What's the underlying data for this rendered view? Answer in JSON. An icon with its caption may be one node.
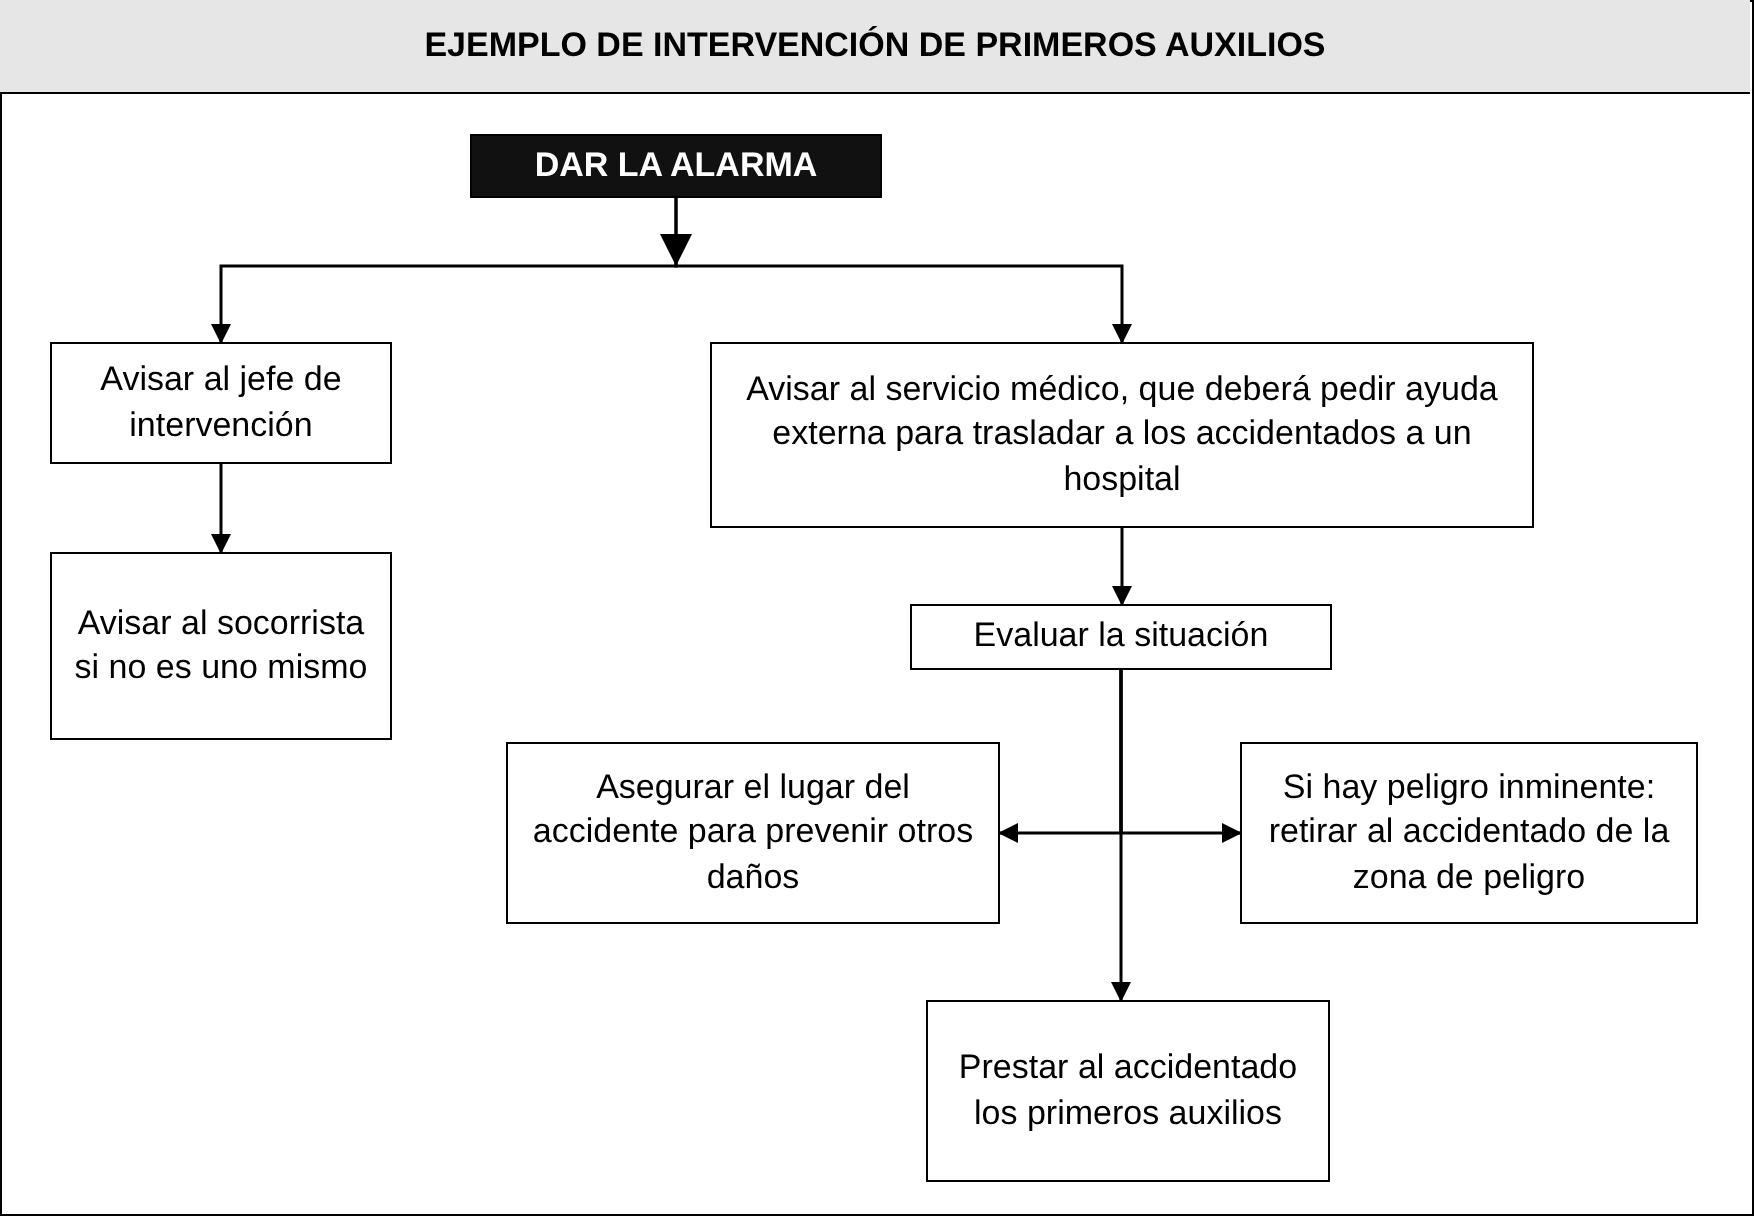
{
  "diagram": {
    "title": "EJEMPLO DE INTERVENCIÓN DE PRIMEROS AUXILIOS",
    "nodes": [
      {
        "text": [
          "DAR LA ALARMA"
        ]
      },
      {
        "text": [
          "Avisar al jefe de intervención"
        ]
      },
      {
        "text": [
          "Avisar al socorrista si no es uno mismo"
        ]
      },
      {
        "text": [
          "Avisar al servicio médico, que deberá pedir ayuda externa para trasladar a los accidentados a un hospital"
        ]
      },
      {
        "text": [
          "Evaluar la situación"
        ]
      },
      {
        "text": [
          "Asegurar el lugar del accidente para prevenir otros daños"
        ]
      },
      {
        "text": [
          "Si hay peligro inminente: retirar al accidentado de la zona de peligro"
        ]
      },
      {
        "text": [
          "Prestar al accidentado los primeros auxilios"
        ]
      }
    ],
    "edges": [
      {
        "from": 0,
        "to": 1,
        "arrow": "to"
      },
      {
        "from": 0,
        "to": 3,
        "arrow": "to"
      },
      {
        "from": 1,
        "to": 2,
        "arrow": "to"
      },
      {
        "from": 3,
        "to": 4,
        "arrow": "to"
      },
      {
        "from": 4,
        "to": 5,
        "arrow": "to"
      },
      {
        "from": 4,
        "to": 6,
        "arrow": "to"
      },
      {
        "from": 4,
        "to": 7,
        "arrow": "to"
      }
    ]
  }
}
